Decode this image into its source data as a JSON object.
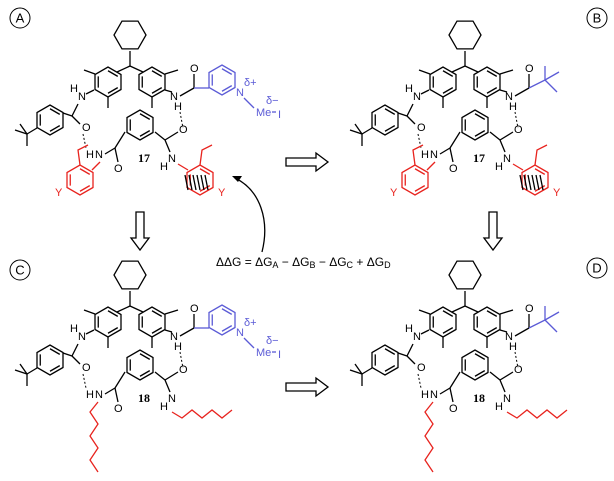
{
  "panels": [
    {
      "label": "A",
      "compound": "17",
      "variant": "pyridinium",
      "arm": "aryl"
    },
    {
      "label": "B",
      "compound": "17",
      "variant": "pivaloyl",
      "arm": "aryl"
    },
    {
      "label": "C",
      "compound": "18",
      "variant": "pyridinium",
      "arm": "hexyl"
    },
    {
      "label": "D",
      "compound": "18",
      "variant": "pivaloyl",
      "arm": "hexyl"
    }
  ],
  "atoms": {
    "N": "N",
    "H": "H",
    "O": "O",
    "Y": "Y",
    "Me": "Me",
    "I": "I",
    "delta_plus": "δ+",
    "delta_minus": "δ−"
  },
  "equation": {
    "lhs": "ΔΔG",
    "eq": " = ",
    "t1": "ΔG",
    "s1": "A",
    "op1": " − ",
    "t2": "ΔG",
    "s2": "B",
    "op2": " − ",
    "t3": "ΔG",
    "s3": "C",
    "op3": " + ",
    "t4": "ΔG",
    "s4": "D"
  },
  "colors": {
    "highlight_red": "#e8231e",
    "guest_blue": "#5b5bd6",
    "ink": "#000000"
  }
}
